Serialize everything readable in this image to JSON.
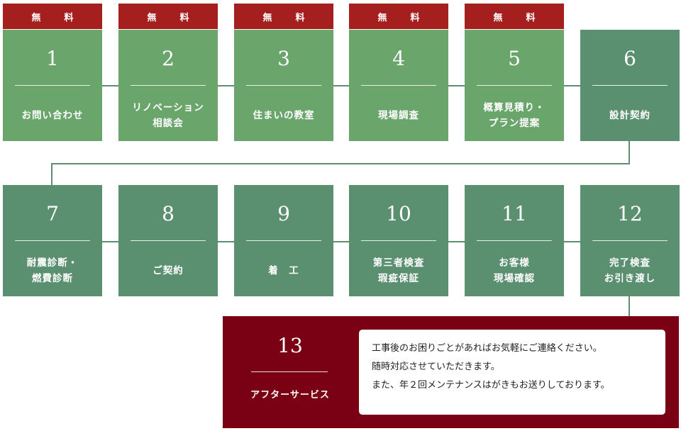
{
  "free_label": "無　料",
  "colors": {
    "free_badge": "#a51f1f",
    "step_light": "#6aa56c",
    "step_dark": "#5a8f6f",
    "after_service": "#7a0013"
  },
  "steps": [
    {
      "number": "1",
      "label": "お問い合わせ",
      "free": true
    },
    {
      "number": "2",
      "label": "リノベーション\n相談会",
      "free": true
    },
    {
      "number": "3",
      "label": "住まいの教室",
      "free": true
    },
    {
      "number": "4",
      "label": "現場調査",
      "free": true
    },
    {
      "number": "5",
      "label": "概算見積り・\nプラン提案",
      "free": true
    },
    {
      "number": "6",
      "label": "設計契約",
      "free": false
    },
    {
      "number": "7",
      "label": "耐震診断・\n燃費診断",
      "free": false
    },
    {
      "number": "8",
      "label": "ご契約",
      "free": false
    },
    {
      "number": "9",
      "label": "着　工",
      "free": false
    },
    {
      "number": "10",
      "label": "第三者検査\n瑕疵保証",
      "free": false
    },
    {
      "number": "11",
      "label": "お客様\n現場確認",
      "free": false
    },
    {
      "number": "12",
      "label": "完了検査\nお引き渡し",
      "free": false
    }
  ],
  "after_service": {
    "number": "13",
    "label": "アフターサービス",
    "note": "工事後のお困りごとがあればお気軽にご連絡ください。\n随時対応させていただきます。\nまた、年２回メンテナンスはがきもお送りしております。"
  }
}
